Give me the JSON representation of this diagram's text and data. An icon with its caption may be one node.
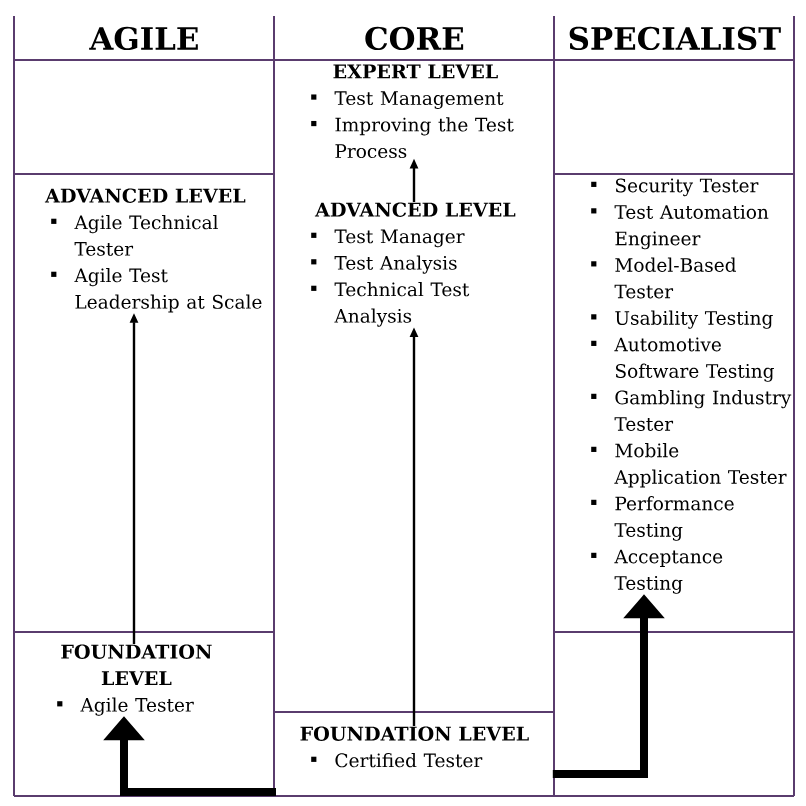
{
  "diagram": {
    "nodes": [
      {
        "text": [
          "AGILE"
        ]
      },
      {
        "text": [
          "CORE"
        ]
      },
      {
        "text": [
          "SPECIALIST"
        ]
      },
      {
        "text": [
          "ADVANCED LEVEL",
          "Agile Technical Tester",
          "Agile Test Leadership at Scale"
        ]
      },
      {
        "text": [
          "FOUNDATION LEVEL",
          "Agile Tester"
        ]
      },
      {
        "text": [
          "EXPERT LEVEL",
          "Test Management",
          "Improving the Test Process"
        ]
      },
      {
        "text": [
          "ADVANCED LEVEL",
          "Test Manager",
          "Test Analysis",
          "Technical Test Analysis"
        ]
      },
      {
        "text": [
          "FOUNDATION LEVEL",
          "Certified Tester"
        ]
      },
      {
        "text": [
          "Security Tester",
          "Test Automation Engineer",
          "Model-Based Tester",
          "Usability Testing",
          "Automotive Software Testing",
          "Gambling Industry Tester",
          "Mobile Application Tester",
          "Performance Testing",
          "Acceptance Testing"
        ]
      }
    ],
    "edges": [
      {
        "from": 4,
        "to": 3,
        "arrow": "to"
      },
      {
        "from": 7,
        "to": 4,
        "arrow": "to",
        "style": "thick"
      },
      {
        "from": 7,
        "to": 6,
        "arrow": "to"
      },
      {
        "from": 6,
        "to": 5,
        "arrow": "to"
      },
      {
        "from": 7,
        "to": 8,
        "arrow": "to",
        "style": "thick"
      }
    ]
  }
}
